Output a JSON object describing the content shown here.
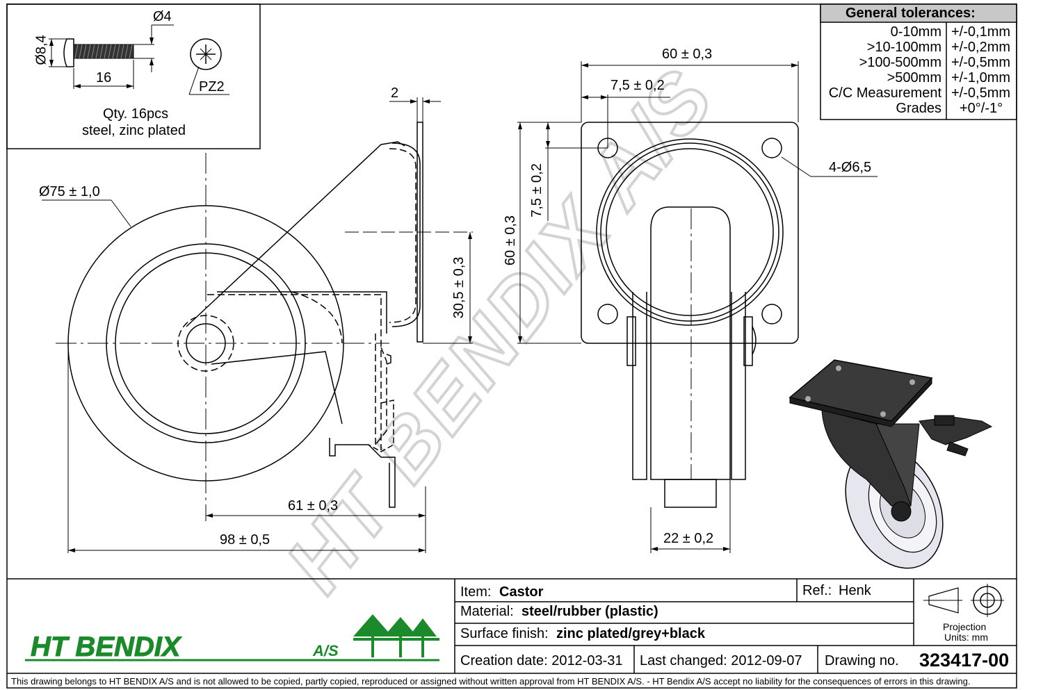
{
  "screw": {
    "diameter_head": "Ø8,4",
    "diameter_thread": "Ø4",
    "length": "16",
    "drive": "PZ2",
    "qty": "Qty. 16pcs",
    "material": "steel, zinc plated"
  },
  "tolerances": {
    "title": "General tolerances:",
    "rows": [
      {
        "range": "0-10mm",
        "tol": "+/-0,1mm"
      },
      {
        "range": ">10-100mm",
        "tol": "+/-0,2mm"
      },
      {
        "range": ">100-500mm",
        "tol": "+/-0,5mm"
      },
      {
        "range": ">500mm",
        "tol": "+/-1,0mm"
      },
      {
        "range": "C/C Measurement",
        "tol": "+/-0,5mm"
      },
      {
        "range": "Grades",
        "tol": "+0°/-1°"
      }
    ]
  },
  "dims": {
    "wheel_dia": "Ø75 ± 1,0",
    "plate_thickness": "2",
    "offset_vertical": "30,5 ± 0,3",
    "offset_horizontal": "61 ± 0,3",
    "total_height": "98 ± 0,5",
    "plate_width": "60 ± 0,3",
    "hole_offset_x": "7,5 ± 0,2",
    "hole_offset_y": "7,5 ± 0,2",
    "plate_depth": "60 ± 0,3",
    "holes": "4-Ø6,5",
    "wheel_width": "22 ± 0,2"
  },
  "watermark": "HT BENDIX A/S",
  "titleblock": {
    "item_label": "Item:",
    "item_value": "Castor",
    "ref_label": "Ref.:",
    "ref_value": "Henk",
    "material_label": "Material:",
    "material_value": "steel/rubber (plastic)",
    "surface_label": "Surface finish:",
    "surface_value": "zinc plated/grey+black",
    "creation": "Creation date: 2012-03-31",
    "changed": "Last changed: 2012-09-07",
    "drawing_label": "Drawing no.",
    "drawing_no": "323417-00",
    "projection": "Projection",
    "units": "Units: mm",
    "logo_main": "HT BENDIX",
    "logo_sub": "A/S"
  },
  "disclaimer": "This drawing belongs to HT BENDIX A/S and is not allowed to be copied, partly copied, reproduced or assigned without written approval from HT BENDIX A/S. - HT Bendix A/S accept no liability for the consequences of errors in this drawing.",
  "colors": {
    "line": "#000000",
    "tol_header": "#c8c8c8",
    "logo_green": "#1a8a2a",
    "watermark": "#d3d3d3"
  }
}
